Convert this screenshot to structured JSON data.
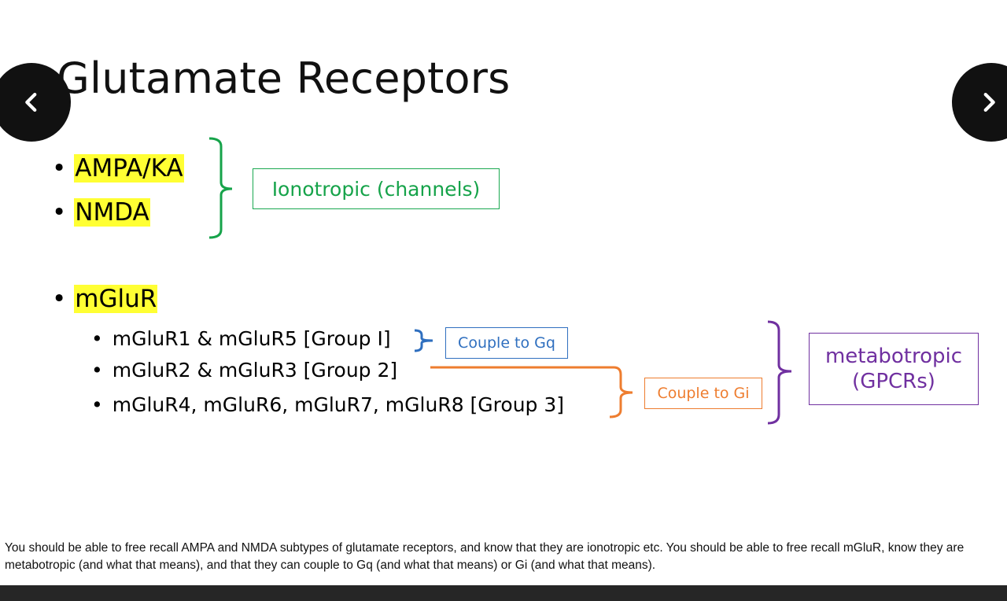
{
  "slide": {
    "title": "Glutamate Receptors",
    "bullets": [
      {
        "label": "AMPA/KA"
      },
      {
        "label": "NMDA"
      },
      {
        "label": "mGluR"
      }
    ],
    "sub_bullets": [
      {
        "label": "mGluR1 & mGluR5 [Group I]"
      },
      {
        "label": "mGluR2 & mGluR3 [Group 2]"
      },
      {
        "label": "mGluR4, mGluR6, mGluR7, mGluR8 [Group 3]"
      }
    ],
    "annotations": {
      "ionotropic": "Ionotropic (channels)",
      "couple_gq": "Couple to Gq",
      "couple_gi": "Couple to Gi",
      "metabotropic_line1": "metabotropic",
      "metabotropic_line2": "(GPCRs)"
    },
    "colors": {
      "highlight": "#ffff33",
      "ionotropic": "#16a34a",
      "gq": "#2f6fbf",
      "gi": "#ee7d2f",
      "metabotropic": "#7030a0"
    }
  },
  "navigation": {
    "prev_icon": "chevron-left-icon",
    "next_icon": "chevron-right-icon"
  },
  "notes": {
    "text": "You should be able to free recall AMPA and NMDA subtypes of glutamate receptors, and know that they are ionotropic etc.  You should be able to free recall mGluR, know they are metabotropic (and what that means), and that they can couple to Gq (and what that means) or Gi (and what that means)."
  }
}
